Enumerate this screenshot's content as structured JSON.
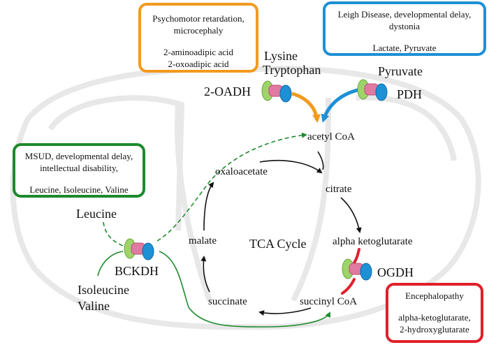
{
  "colors": {
    "orange": "#f39a1e",
    "blue": "#1e90d6",
    "green": "#1e8a2e",
    "red": "#e0202a",
    "black": "#111111",
    "mito_outline": "#e6e6e6"
  },
  "boxes": {
    "orange": {
      "line1": "Psychomotor retardation,",
      "line2": "microcephaly",
      "line3": "2-aminoadipic acid",
      "line4": "2-oxoadipic acid"
    },
    "blue": {
      "line1": "Leigh Disease, developmental delay,",
      "line2": "dystonia",
      "line3": "Lactate, Pyruvate"
    },
    "green": {
      "line1": "MSUD, developmental delay,",
      "line2": "intellectual disability,",
      "line3": "Leucine, Isoleucine, Valine"
    },
    "red": {
      "line1": "Encephalopathy",
      "line2": "alpha-ketoglutarate,",
      "line3": "2-hydroxyglutarate"
    }
  },
  "enzymes": {
    "oadh": "2-OADH",
    "pdh": "PDH",
    "bckdh": "BCKDH",
    "ogdh": "OGDH"
  },
  "substrates": {
    "lysine": "Lysine",
    "tryptophan": "Tryptophan",
    "pyruvate": "Pyruvate",
    "leucine": "Leucine",
    "isoleucine": "Isoleucine",
    "valine": "Valine"
  },
  "cycle": {
    "title": "TCA Cycle",
    "acetyl_coa": "acetyl CoA",
    "oxaloacetate": "oxaloacetate",
    "citrate": "citrate",
    "alpha_kg": "alpha ketoglutarate",
    "succinyl_coa": "succinyl CoA",
    "succinate": "succinate",
    "malate": "malate"
  }
}
